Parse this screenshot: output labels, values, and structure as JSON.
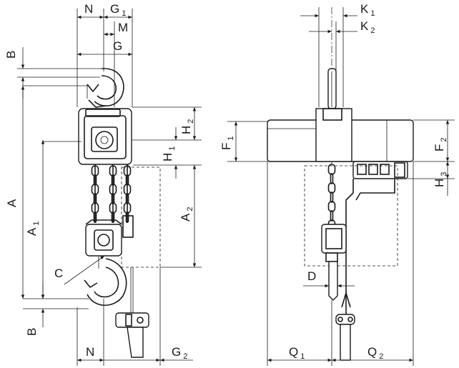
{
  "labels": {
    "N_top": {
      "main": "N",
      "sub": ""
    },
    "G1": {
      "main": "G",
      "sub": "1"
    },
    "M": {
      "main": "M",
      "sub": ""
    },
    "G": {
      "main": "G",
      "sub": ""
    },
    "B_top": {
      "main": "B",
      "sub": ""
    },
    "H2": {
      "main": "H",
      "sub": "2"
    },
    "H1": {
      "main": "H",
      "sub": "1"
    },
    "A": {
      "main": "A",
      "sub": ""
    },
    "A1": {
      "main": "A",
      "sub": "1"
    },
    "A2": {
      "main": "A",
      "sub": "2"
    },
    "C": {
      "main": "C",
      "sub": ""
    },
    "B_bottom": {
      "main": "B",
      "sub": ""
    },
    "N_bottom": {
      "main": "N",
      "sub": ""
    },
    "G2": {
      "main": "G",
      "sub": "2"
    },
    "K1": {
      "main": "K",
      "sub": "1"
    },
    "K2": {
      "main": "K",
      "sub": "2"
    },
    "F1": {
      "main": "F",
      "sub": "1"
    },
    "F2": {
      "main": "F",
      "sub": "2"
    },
    "H3": {
      "main": "H",
      "sub": "3"
    },
    "D": {
      "main": "D",
      "sub": ""
    },
    "Q1": {
      "main": "Q",
      "sub": "1"
    },
    "Q2": {
      "main": "Q",
      "sub": "2"
    }
  }
}
